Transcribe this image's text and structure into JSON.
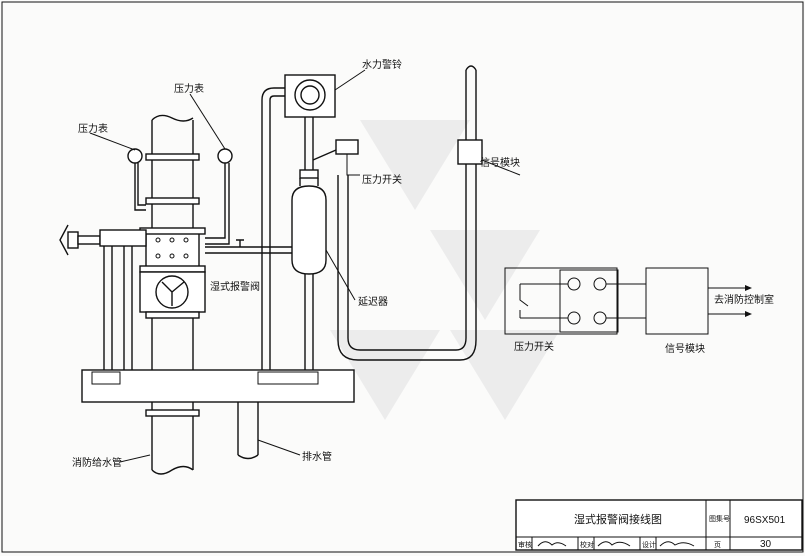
{
  "labels": {
    "pressure_gauge_left": "压力表",
    "pressure_gauge_top": "压力表",
    "water_alarm_bell": "水力警铃",
    "pressure_switch": "压力开关",
    "signal_module": "信号模块",
    "wet_alarm_valve": "湿式报警阀",
    "retard_chamber": "延迟器",
    "fire_water_supply_pipe": "消防给水管",
    "drain_pipe": "排水管",
    "wiring_pressure_switch": "压力开关",
    "wiring_signal_module": "信号模块",
    "to_fire_control_room": "去消防控制室"
  },
  "title_block": {
    "drawing_title": "湿式报警阀接线图",
    "atlas_no_label": "图集号",
    "atlas_no": "96SX501",
    "review_label": "审核",
    "check_label": "校对",
    "design_label": "设计",
    "page_label": "页",
    "page_no": "30"
  }
}
